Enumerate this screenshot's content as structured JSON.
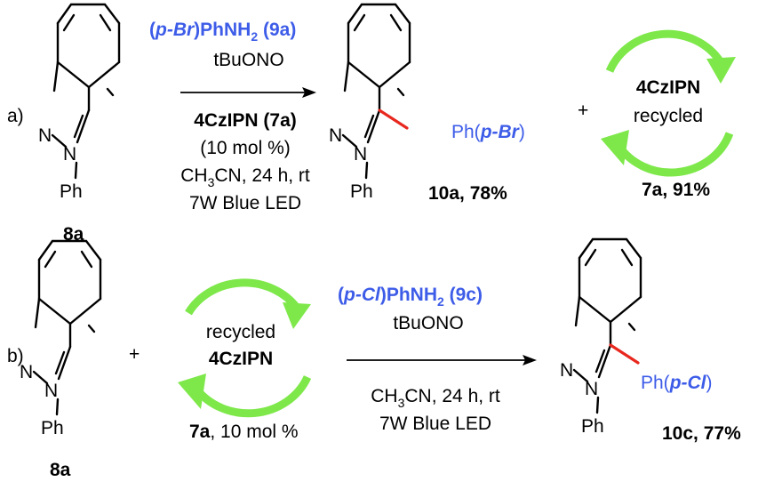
{
  "labels": {
    "part_a": "a)",
    "part_b": "b)",
    "plus": "+"
  },
  "atoms": {
    "N": "N",
    "Ph": "Ph"
  },
  "compounds": {
    "starting_material": "8a",
    "product_a_substituent_prefix": "Ph(",
    "product_a_substituent_italic": "p-Br",
    "product_a_substituent_suffix": ")",
    "product_a_yield": "10a, 78%",
    "product_b_substituent_prefix": "Ph(",
    "product_b_substituent_italic": "p-Cl",
    "product_b_substituent_suffix": ")",
    "product_b_yield": "10c, 77%"
  },
  "reaction_a": {
    "reagent_open": "(",
    "reagent_italic": "p-Br",
    "reagent_mid": ")PhNH",
    "reagent_sub": "2",
    "reagent_code": " (9a)",
    "nitrite": "tBuONO",
    "catalyst": "4CzIPN (7a)",
    "loading": "(10 mol %)",
    "solvent_prefix": "CH",
    "solvent_sub": "3",
    "solvent_suffix": "CN, 24 h, rt",
    "light": "7W Blue LED"
  },
  "recycle_a": {
    "name": "4CzIPN",
    "status": "recycled",
    "recovery": "7a, 91%"
  },
  "reaction_b": {
    "reagent_open": "(",
    "reagent_italic": "p-Cl",
    "reagent_mid": ")PhNH",
    "reagent_sub": "2",
    "reagent_code": " (9c)",
    "nitrite": "tBuONO",
    "solvent_prefix": "CH",
    "solvent_sub": "3",
    "solvent_suffix": "CN, 24 h, rt",
    "light": "7W Blue LED"
  },
  "recycle_b": {
    "status": "recycled",
    "name": "4CzIPN",
    "catalyst_code": "7a",
    "loading": ", 10 mol %"
  },
  "colors": {
    "highlight_blue": "#3d5ce8",
    "new_bond_red": "#e8281e",
    "recycle_green": "#7ee84a"
  }
}
